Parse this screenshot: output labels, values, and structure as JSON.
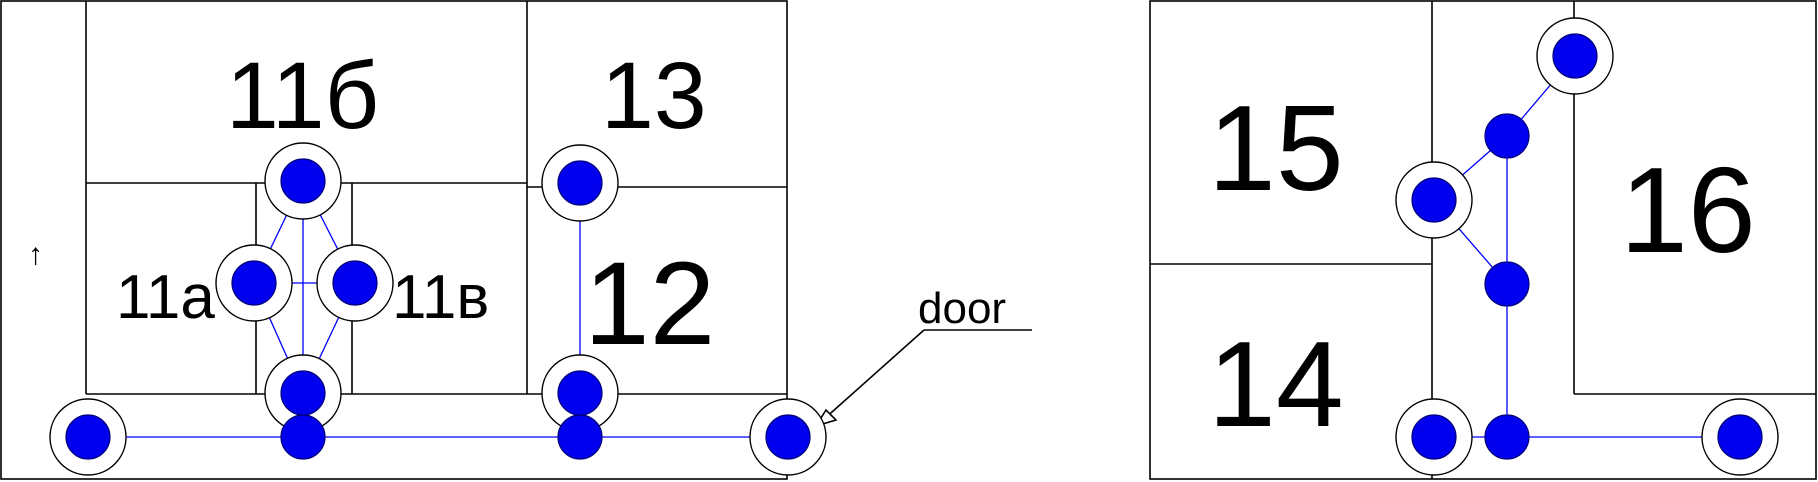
{
  "rooms": {
    "r11b": "11б",
    "r11a": "11а",
    "r11v": "11в",
    "r12": "12",
    "r13": "13",
    "r14": "14",
    "r15": "15",
    "r16": "16"
  },
  "callout": {
    "door": "door"
  },
  "north_arrow": "↑",
  "colors": {
    "node": "#0000ee",
    "edge": "#0000ff",
    "wall": "#000000"
  }
}
